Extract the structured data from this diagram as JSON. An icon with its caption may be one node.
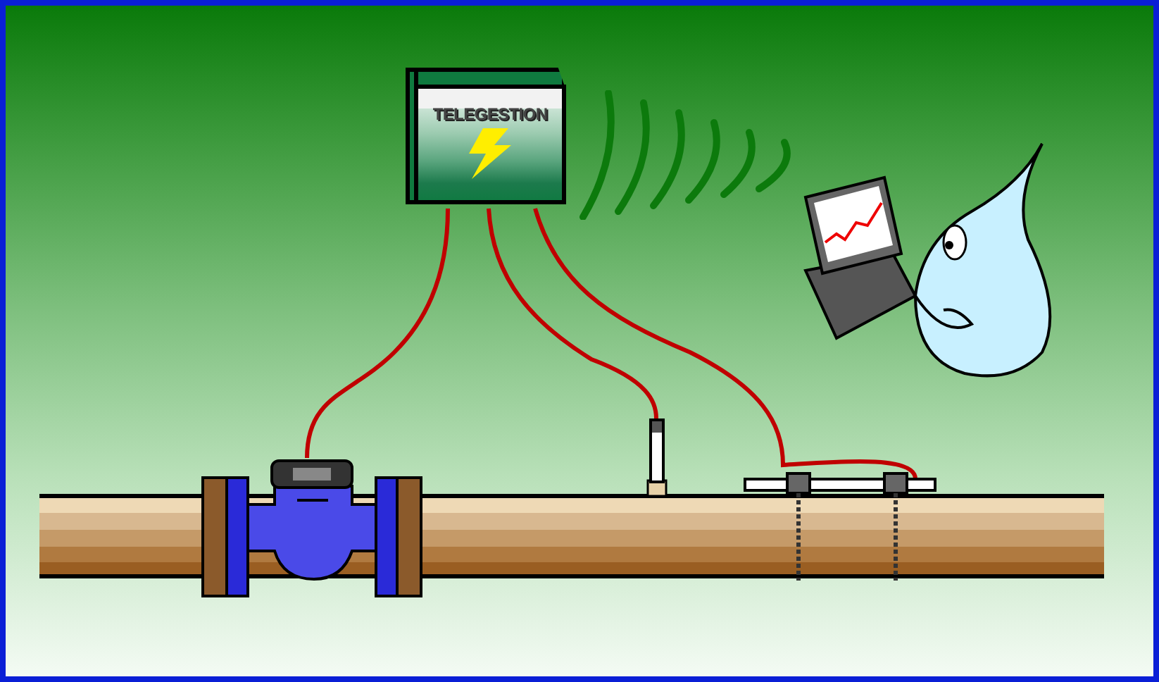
{
  "diagram": {
    "nodes": [
      {
        "text": [
          "TELEGESTION"
        ]
      },
      {
        "text": [],
        "shape": "picture"
      },
      {
        "text": [],
        "shape": "picture"
      },
      {
        "text": [],
        "shape": "picture"
      },
      {
        "text": [],
        "shape": "picture"
      }
    ],
    "edges": [
      {
        "from": 0,
        "to": 1,
        "arrow": "none"
      },
      {
        "from": 0,
        "to": 2,
        "arrow": "none"
      },
      {
        "from": 0,
        "to": 3,
        "arrow": "none"
      }
    ]
  }
}
